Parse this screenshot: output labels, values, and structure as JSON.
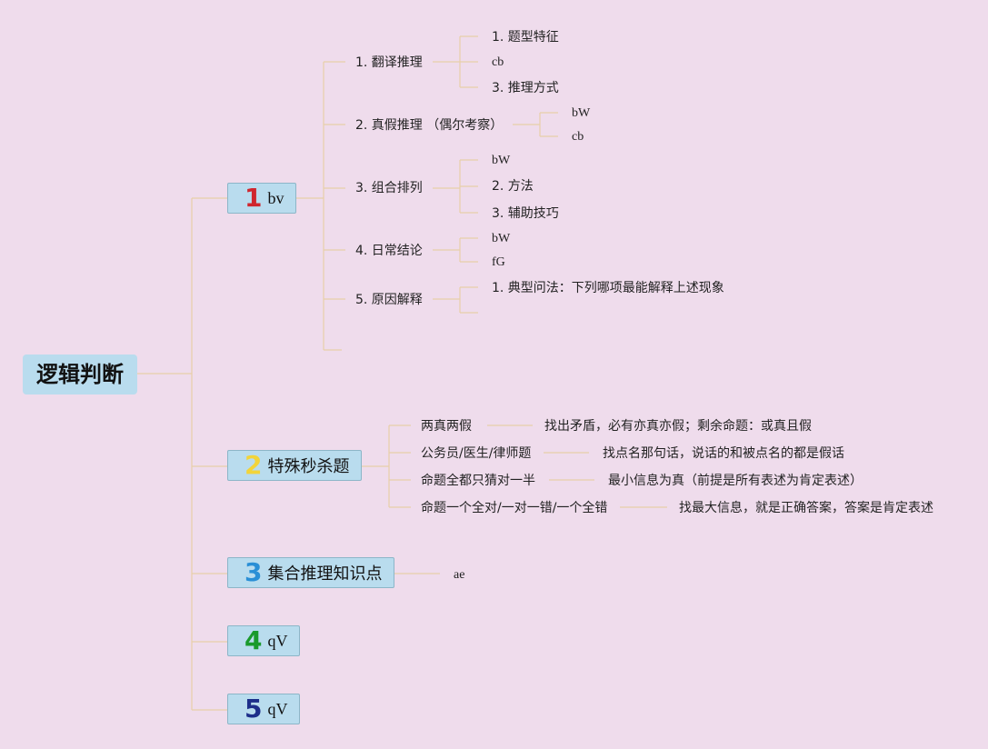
{
  "root": "逻辑判断",
  "colors": {
    "bg": "#efdcec",
    "line": "#e8cfa8",
    "box": "#b9dcee",
    "n1": "#d0262e",
    "n2": "#f2d43a",
    "n3": "#2a8fd6",
    "n4": "#1a9a2c",
    "n5": "#1d2e8a"
  },
  "branches": [
    {
      "num": "1",
      "label": "bv"
    },
    {
      "num": "2",
      "label": "特殊秒杀题"
    },
    {
      "num": "3",
      "label": "集合推理知识点"
    },
    {
      "num": "4",
      "label": "qV"
    },
    {
      "num": "5",
      "label": "qV"
    }
  ],
  "b1": {
    "subs": [
      "1. 翻译推理",
      "2. 真假推理 （偶尔考察）",
      "3. 组合排列",
      "4. 日常结论",
      "5. 原因解释"
    ],
    "s1": [
      "1. 题型特征",
      "cb",
      "3. 推理方式"
    ],
    "s2": [
      "bW",
      "cb"
    ],
    "s3": [
      "bW",
      "2. 方法",
      "3. 辅助技巧"
    ],
    "s4": [
      "bW",
      "fG"
    ],
    "s5": [
      "1. 典型问法：下列哪项最能解释上述现象"
    ]
  },
  "b2": {
    "items": [
      {
        "label": "两真两假",
        "desc": "找出矛盾，必有亦真亦假；剩余命题：或真且假"
      },
      {
        "label": "公务员/医生/律师题",
        "desc": "找点名那句话，说话的和被点名的都是假话"
      },
      {
        "label": "命题全都只猜对一半",
        "desc": "最小信息为真（前提是所有表述为肯定表述）"
      },
      {
        "label": "命题一个全对/一对一错/一个全错",
        "desc": "找最大信息，就是正确答案，答案是肯定表述"
      }
    ]
  },
  "b3": {
    "items": [
      "ae"
    ]
  }
}
